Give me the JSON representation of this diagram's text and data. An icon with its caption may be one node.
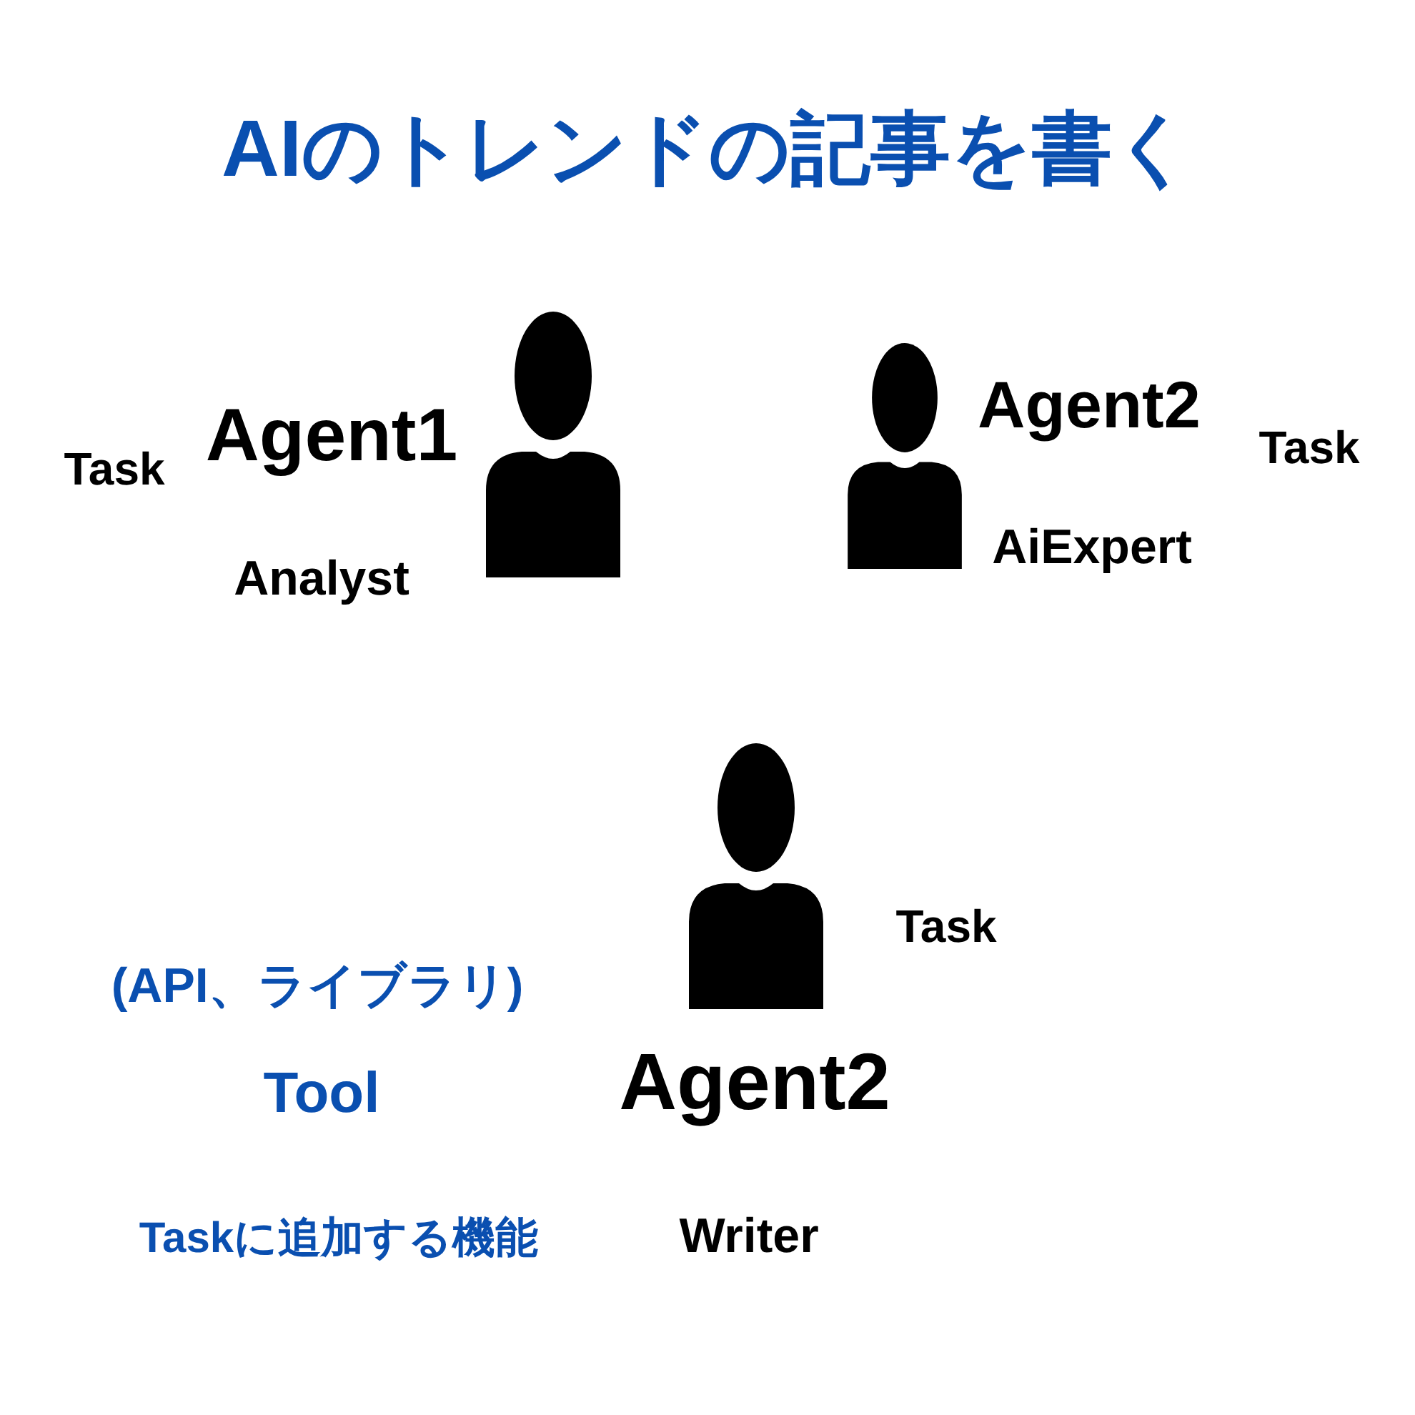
{
  "diagram": {
    "title": "AIのトレンドの記事を書く",
    "labels": [
      "Task",
      "Agent1",
      "Analyst",
      "Agent2",
      "Task",
      "AiExpert",
      "(API、ライブラリ)",
      "Tool",
      "Taskに追加する機能",
      "Task",
      "Agent2",
      "Writer"
    ]
  }
}
